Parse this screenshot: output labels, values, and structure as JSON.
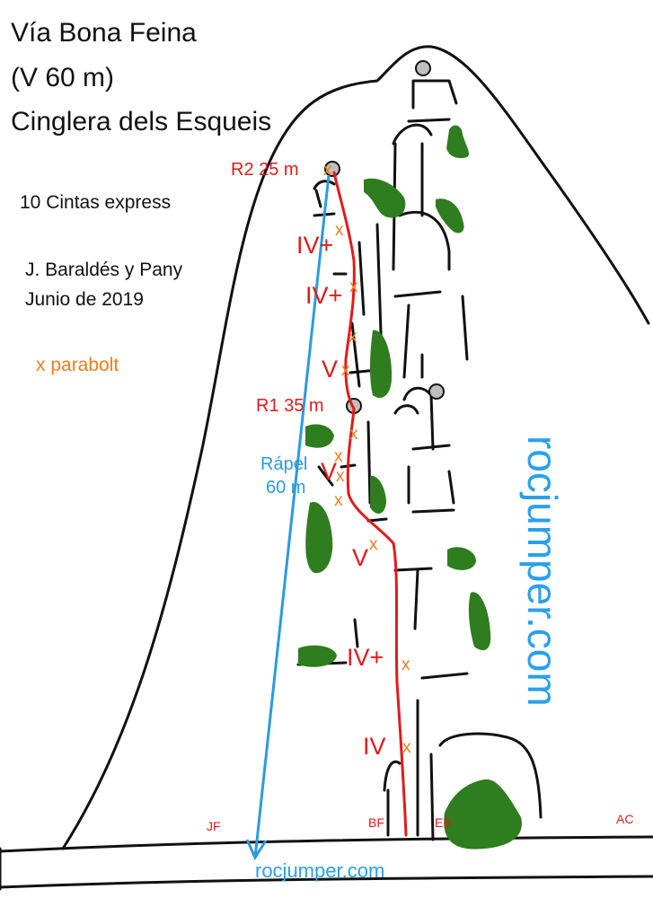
{
  "title": {
    "line1": "Vía Bona Feina",
    "line2": "(V 60 m)",
    "line3": "Cinglera dels Esqueis"
  },
  "info": {
    "quickdraws": "10 Cintas express",
    "authors": "J. Baraldés y Pany",
    "date": "Junio de 2019",
    "legend_bolt": "x parabolt"
  },
  "route": {
    "grades": [
      "IV+",
      "IV+",
      "V",
      "V",
      "V",
      "IV+",
      "IV"
    ],
    "relay1": "R1 35 m",
    "relay2": "R2 25 m",
    "rappel_line1": "Rápel",
    "rappel_line2": "60 m",
    "bolt_symbol": "x"
  },
  "sectors": [
    "JF",
    "BF",
    "EB",
    "AC"
  ],
  "watermark": "rocjumper.com",
  "footer": "rocjumper.com",
  "colors": {
    "route_line": "#e01b1b",
    "bolts": "#f07c1a",
    "rappel_arrow": "#2a9be0",
    "vegetation": "#2e7d1e",
    "rock_outline": "#111111"
  }
}
